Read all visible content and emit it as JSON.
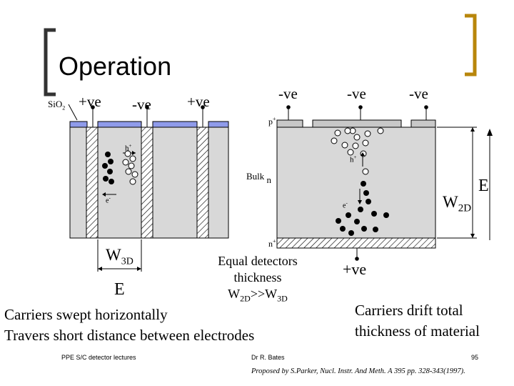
{
  "slide": {
    "title": "Operation",
    "sio2_label": "SiO",
    "sio2_sub": "2",
    "labels_3d": [
      "+ve",
      "-ve",
      "+ve"
    ],
    "labels_2d": [
      "-ve",
      "-ve",
      "-ve"
    ],
    "p_plus": "p",
    "p_plus_sup": "+",
    "n_plus": "n",
    "n_plus_sup": "+",
    "h_plus_left": "h",
    "h_plus_right": "h",
    "plus_sup": "+",
    "e_minus_left": "e",
    "e_minus_right": "e",
    "minus_sup": "-",
    "bulk_label": "Bulk",
    "bulk_type": "n",
    "e_field_right": "E",
    "w2d_main": "W",
    "w2d_sub": "2D",
    "w3d_main": "W",
    "w3d_sub": "3D",
    "e_field_left": "E",
    "equal_line1": "Equal detectors",
    "equal_line2": "thickness",
    "equal_w2d": "W",
    "equal_w2d_sub": "2D",
    "equal_gg": ">>W",
    "equal_w3d_sub": "3D",
    "bottom_plus": "+ve",
    "carriers_left_1": "Carriers swept horizontally",
    "carriers_left_2": "Travers short distance between electrodes",
    "carriers_right_1": "Carriers drift total",
    "carriers_right_2": "thickness of material",
    "footer_left": "PPE S/C detector lectures",
    "footer_center": "Dr R. Bates",
    "footer_page": "95",
    "footer_ref": "Proposed by S.Parker, Nucl. Instr. And Meth. A 395 pp. 328-343(1997).",
    "accent_color": "#b8860b",
    "electrode_blue": "#8f9bea",
    "electrode_gray": "#c8c8c8",
    "bulk_gray": "#d8d8d8"
  }
}
